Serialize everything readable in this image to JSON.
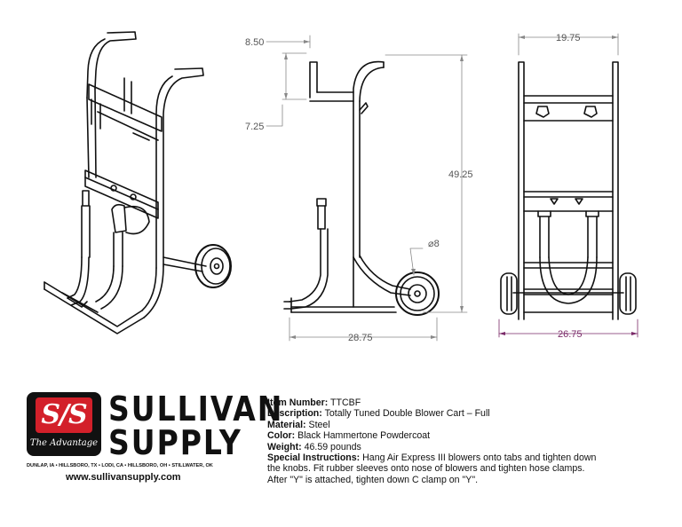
{
  "dimensions": {
    "side_top_offset": "8.50",
    "side_second_offset": "7.25",
    "overall_height": "49.25",
    "wheel_diameter": "⌀8",
    "side_length": "28.75",
    "front_top_width": "19.75",
    "front_wheel_width": "26.75"
  },
  "logo": {
    "initials": "S/S",
    "tagline": "The Advantage",
    "brand_line1": "SULLIVAN",
    "brand_line2": "SUPPLY",
    "registered": "®",
    "locations": "DUNLAP, IA • HILLSBORO, TX • LODI, CA • HILLSBORO, OH • STILLWATER, OK",
    "website": "www.sullivansupply.com",
    "colors": {
      "badge": "#111111",
      "accent": "#d3202a"
    }
  },
  "specs": {
    "item_number_label": "Item Number:",
    "item_number": "TTCBF",
    "description_label": "Description:",
    "description": "Totally Tuned Double Blower Cart – Full",
    "material_label": "Material:",
    "material": "Steel",
    "color_label": "Color:",
    "color": "Black Hammertone Powdercoat",
    "weight_label": "Weight:",
    "weight": "46.59 pounds",
    "special_label": "Special Instructions:",
    "special_line1": "Hang Air Express III blowers onto tabs and tighten down",
    "special_line2": "the knobs. Fit rubber sleeves onto nose of blowers and tighten hose clamps.",
    "special_line3": "After \"Y\" is attached, tighten down C clamp on \"Y\"."
  }
}
